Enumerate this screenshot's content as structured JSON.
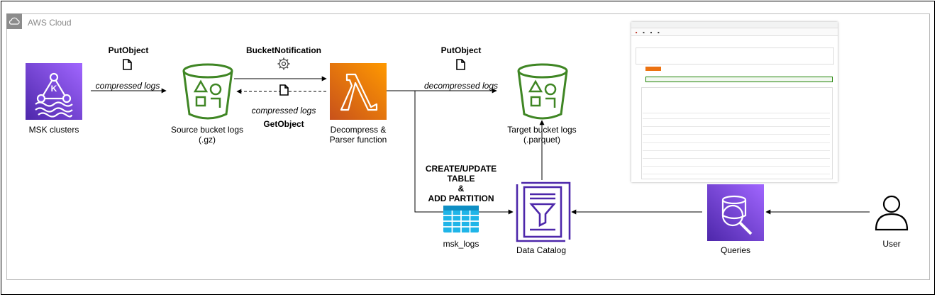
{
  "cloud": {
    "title": "AWS Cloud"
  },
  "nodes": {
    "msk": "MSK clusters",
    "source_bucket": {
      "line1": "Source bucket logs",
      "line2": "(.gz)"
    },
    "lambda": {
      "line1": "Decompress &",
      "line2": "Parser function"
    },
    "target_bucket": {
      "line1": "Target bucket logs",
      "line2": "(.parquet)"
    },
    "table": "msk_logs",
    "catalog": "Data Catalog",
    "queries": "Queries",
    "user": "User"
  },
  "edges": {
    "put1": "PutObject",
    "compressed1": "compressed logs",
    "notification": "BucketNotification",
    "compressed2": "compressed logs",
    "getobject": "GetObject",
    "put2": "PutObject",
    "decompressed": "decompressed logs",
    "create1": "CREATE/UPDATE",
    "create2": "TABLE",
    "create3": "&",
    "create4": "ADD PARTITION"
  },
  "colors": {
    "storage": "#3f8624",
    "compute": "#ed7100",
    "analytics_dark": "#4d27aa",
    "analytics_light": "#a166ff",
    "line": "#000000",
    "cloud_border": "#bdbdbd"
  },
  "icons": [
    "cloud-icon",
    "file-icon",
    "gear-icon",
    "msk-icon",
    "bucket-icon",
    "lambda-icon",
    "table-icon",
    "catalog-icon",
    "athena-icon",
    "user-icon"
  ]
}
